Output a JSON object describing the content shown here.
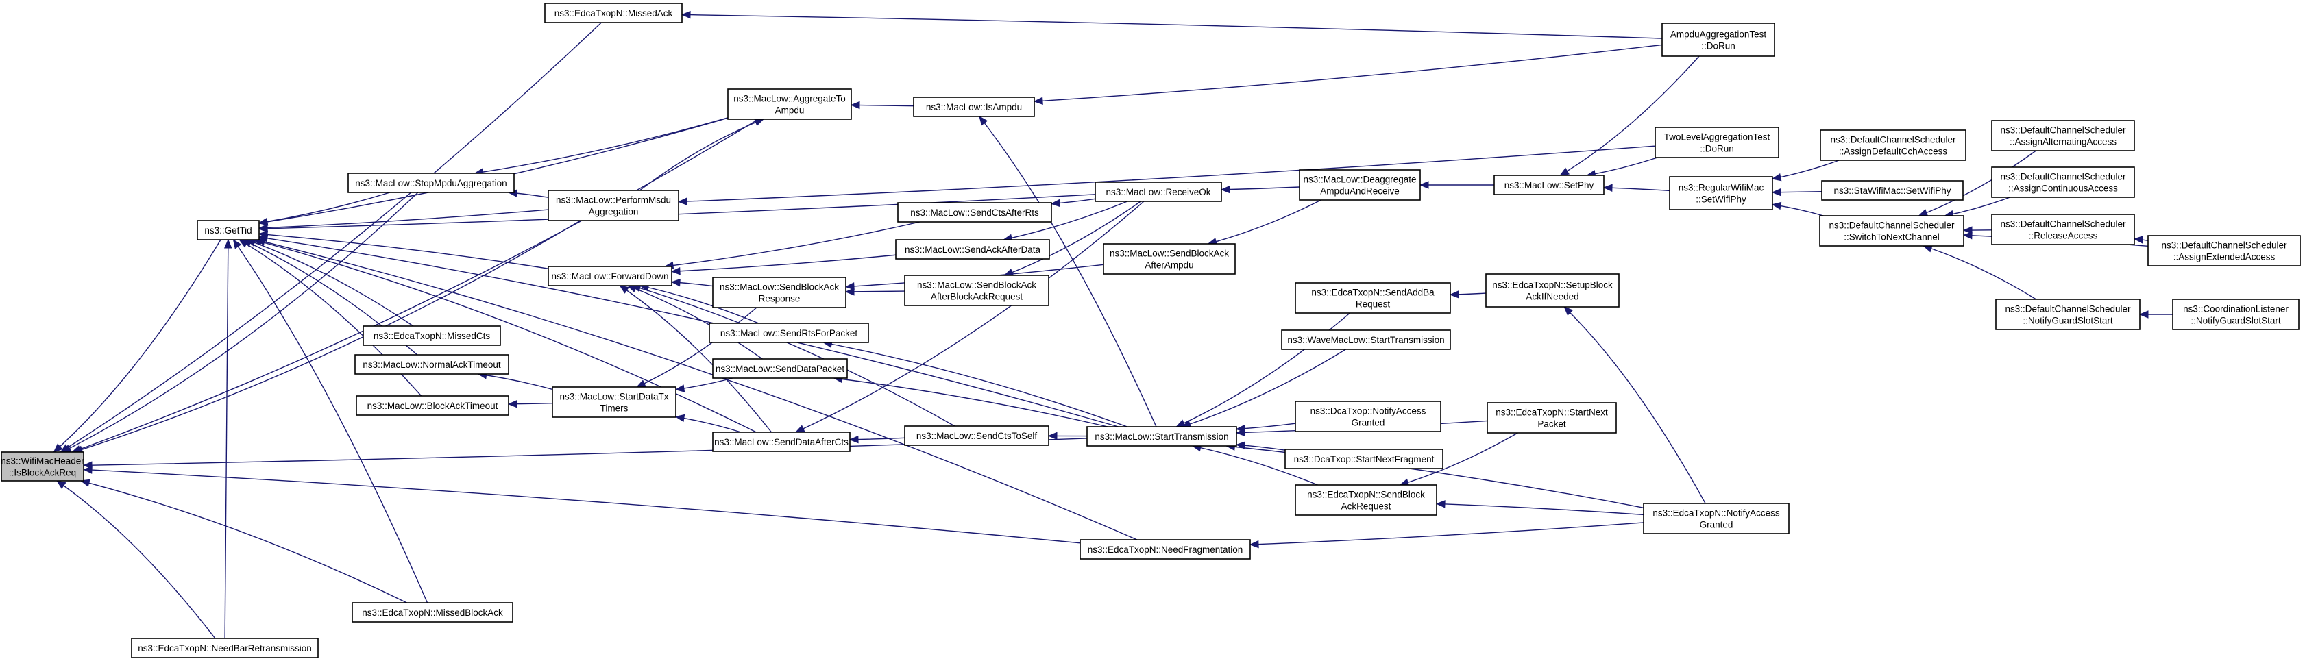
{
  "graph": {
    "nodes": [
      {
        "id": "n0",
        "lines": [
          "ns3::WifiMacHeader",
          "::IsBlockAckReq"
        ],
        "root": true
      },
      {
        "id": "n1",
        "lines": [
          "ns3::GetTid"
        ]
      },
      {
        "id": "n2",
        "lines": [
          "ns3::EdcaTxopN::MissedAck"
        ]
      },
      {
        "id": "n3",
        "lines": [
          "ns3::MacLow::AggregateTo",
          "Ampdu"
        ]
      },
      {
        "id": "n4",
        "lines": [
          "ns3::MacLow::StopMpduAggregation"
        ]
      },
      {
        "id": "n5",
        "lines": [
          "ns3::MacLow::PerformMsdu",
          "Aggregation"
        ]
      },
      {
        "id": "n6",
        "lines": [
          "ns3::MacLow::IsAmpdu"
        ]
      },
      {
        "id": "n7",
        "lines": [
          "AmpduAggregationTest",
          "::DoRun"
        ]
      },
      {
        "id": "n8",
        "lines": [
          "ns3::MacLow::ForwardDown"
        ]
      },
      {
        "id": "n9",
        "lines": [
          "ns3::EdcaTxopN::MissedCts"
        ]
      },
      {
        "id": "n10",
        "lines": [
          "ns3::MacLow::NormalAckTimeout"
        ]
      },
      {
        "id": "n11",
        "lines": [
          "ns3::MacLow::BlockAckTimeout"
        ]
      },
      {
        "id": "n12",
        "lines": [
          "ns3::MacLow::StartDataTx",
          "Timers"
        ]
      },
      {
        "id": "n13",
        "lines": [
          "ns3::MacLow::SendBlockAck",
          "Response"
        ]
      },
      {
        "id": "n14",
        "lines": [
          "ns3::MacLow::SendRtsForPacket"
        ]
      },
      {
        "id": "n15",
        "lines": [
          "ns3::MacLow::SendDataPacket"
        ]
      },
      {
        "id": "n16",
        "lines": [
          "ns3::MacLow::SendDataAfterCts"
        ]
      },
      {
        "id": "n17",
        "lines": [
          "ns3::MacLow::SendCtsAfterRts"
        ]
      },
      {
        "id": "n18",
        "lines": [
          "ns3::MacLow::SendAckAfterData"
        ]
      },
      {
        "id": "n19",
        "lines": [
          "ns3::MacLow::SendBlockAck",
          "AfterBlockAckRequest"
        ]
      },
      {
        "id": "n20",
        "lines": [
          "ns3::MacLow::SendCtsToSelf"
        ]
      },
      {
        "id": "n21",
        "lines": [
          "ns3::MacLow::ReceiveOk"
        ]
      },
      {
        "id": "n22",
        "lines": [
          "ns3::MacLow::SendBlockAck",
          "AfterAmpdu"
        ]
      },
      {
        "id": "n23",
        "lines": [
          "ns3::MacLow::StartTransmission"
        ]
      },
      {
        "id": "n24",
        "lines": [
          "ns3::EdcaTxopN::NeedFragmentation"
        ]
      },
      {
        "id": "n25",
        "lines": [
          "ns3::EdcaTxopN::MissedBlockAck"
        ]
      },
      {
        "id": "n26",
        "lines": [
          "ns3::EdcaTxopN::NeedBarRetransmission"
        ]
      },
      {
        "id": "n27",
        "lines": [
          "ns3::MacLow::Deaggregate",
          "AmpduAndReceive"
        ]
      },
      {
        "id": "n28",
        "lines": [
          "ns3::EdcaTxopN::SendAddBa",
          "Request"
        ]
      },
      {
        "id": "n29",
        "lines": [
          "ns3::WaveMacLow::StartTransmission"
        ]
      },
      {
        "id": "n30",
        "lines": [
          "ns3::DcaTxop::NotifyAccess",
          "Granted"
        ]
      },
      {
        "id": "n31",
        "lines": [
          "ns3::DcaTxop::StartNextFragment"
        ]
      },
      {
        "id": "n32",
        "lines": [
          "ns3::EdcaTxopN::SendBlock",
          "AckRequest"
        ]
      },
      {
        "id": "n33",
        "lines": [
          "ns3::MacLow::SetPhy"
        ]
      },
      {
        "id": "n34",
        "lines": [
          "ns3::EdcaTxopN::SetupBlock",
          "AckIfNeeded"
        ]
      },
      {
        "id": "n35",
        "lines": [
          "ns3::EdcaTxopN::StartNext",
          "Packet"
        ]
      },
      {
        "id": "n36",
        "lines": [
          "ns3::EdcaTxopN::NotifyAccess",
          "Granted"
        ]
      },
      {
        "id": "n37",
        "lines": [
          "TwoLevelAggregationTest",
          "::DoRun"
        ]
      },
      {
        "id": "n38",
        "lines": [
          "ns3::RegularWifiMac",
          "::SetWifiPhy"
        ]
      },
      {
        "id": "n39",
        "lines": [
          "ns3::DefaultChannelScheduler",
          "::AssignDefaultCchAccess"
        ]
      },
      {
        "id": "n40",
        "lines": [
          "ns3::StaWifiMac::SetWifiPhy"
        ]
      },
      {
        "id": "n41",
        "lines": [
          "ns3::DefaultChannelScheduler",
          "::SwitchToNextChannel"
        ]
      },
      {
        "id": "n42",
        "lines": [
          "ns3::DefaultChannelScheduler",
          "::AssignAlternatingAccess"
        ]
      },
      {
        "id": "n43",
        "lines": [
          "ns3::DefaultChannelScheduler",
          "::AssignContinuousAccess"
        ]
      },
      {
        "id": "n44",
        "lines": [
          "ns3::DefaultChannelScheduler",
          "::ReleaseAccess"
        ]
      },
      {
        "id": "n45",
        "lines": [
          "ns3::DefaultChannelScheduler",
          "::AssignExtendedAccess"
        ]
      },
      {
        "id": "n46",
        "lines": [
          "ns3::DefaultChannelScheduler",
          "::NotifyGuardSlotStart"
        ]
      },
      {
        "id": "n47",
        "lines": [
          "ns3::CoordinationListener",
          "::NotifyGuardSlotStart"
        ]
      }
    ],
    "edges": [
      [
        "n2",
        "n0"
      ],
      [
        "n3",
        "n0"
      ],
      [
        "n4",
        "n0"
      ],
      [
        "n5",
        "n0"
      ],
      [
        "n23",
        "n0"
      ],
      [
        "n24",
        "n0"
      ],
      [
        "n25",
        "n0"
      ],
      [
        "n26",
        "n0"
      ],
      [
        "n1",
        "n0"
      ],
      [
        "n3",
        "n1"
      ],
      [
        "n4",
        "n1"
      ],
      [
        "n5",
        "n1"
      ],
      [
        "n8",
        "n1"
      ],
      [
        "n9",
        "n1"
      ],
      [
        "n10",
        "n1"
      ],
      [
        "n11",
        "n1"
      ],
      [
        "n16",
        "n1"
      ],
      [
        "n21",
        "n1"
      ],
      [
        "n23",
        "n1"
      ],
      [
        "n24",
        "n1"
      ],
      [
        "n25",
        "n1"
      ],
      [
        "n26",
        "n1"
      ],
      [
        "n7",
        "n2"
      ],
      [
        "n6",
        "n3"
      ],
      [
        "n5",
        "n3"
      ],
      [
        "n5",
        "n4"
      ],
      [
        "n3",
        "n4"
      ],
      [
        "n37",
        "n5"
      ],
      [
        "n7",
        "n6"
      ],
      [
        "n23",
        "n6"
      ],
      [
        "n13",
        "n8"
      ],
      [
        "n14",
        "n8"
      ],
      [
        "n15",
        "n8"
      ],
      [
        "n16",
        "n8"
      ],
      [
        "n17",
        "n8"
      ],
      [
        "n18",
        "n8"
      ],
      [
        "n20",
        "n8"
      ],
      [
        "n12",
        "n10"
      ],
      [
        "n12",
        "n11"
      ],
      [
        "n15",
        "n12"
      ],
      [
        "n16",
        "n12"
      ],
      [
        "n13",
        "n12"
      ],
      [
        "n19",
        "n13"
      ],
      [
        "n22",
        "n13"
      ],
      [
        "n23",
        "n14"
      ],
      [
        "n23",
        "n15"
      ],
      [
        "n20",
        "n16"
      ],
      [
        "n21",
        "n16"
      ],
      [
        "n21",
        "n17"
      ],
      [
        "n21",
        "n18"
      ],
      [
        "n21",
        "n19"
      ],
      [
        "n23",
        "n20"
      ],
      [
        "n27",
        "n21"
      ],
      [
        "n27",
        "n22"
      ],
      [
        "n28",
        "n23"
      ],
      [
        "n29",
        "n23"
      ],
      [
        "n30",
        "n23"
      ],
      [
        "n31",
        "n23"
      ],
      [
        "n32",
        "n23"
      ],
      [
        "n35",
        "n23"
      ],
      [
        "n36",
        "n23"
      ],
      [
        "n36",
        "n24"
      ],
      [
        "n33",
        "n27"
      ],
      [
        "n34",
        "n28"
      ],
      [
        "n36",
        "n32"
      ],
      [
        "n35",
        "n32"
      ],
      [
        "n36",
        "n34"
      ],
      [
        "n37",
        "n33"
      ],
      [
        "n7",
        "n33"
      ],
      [
        "n38",
        "n33"
      ],
      [
        "n39",
        "n38"
      ],
      [
        "n40",
        "n38"
      ],
      [
        "n41",
        "n38"
      ],
      [
        "n42",
        "n41"
      ],
      [
        "n43",
        "n41"
      ],
      [
        "n44",
        "n41"
      ],
      [
        "n45",
        "n41"
      ],
      [
        "n46",
        "n41"
      ],
      [
        "n45",
        "n44"
      ],
      [
        "n47",
        "n46"
      ]
    ]
  }
}
